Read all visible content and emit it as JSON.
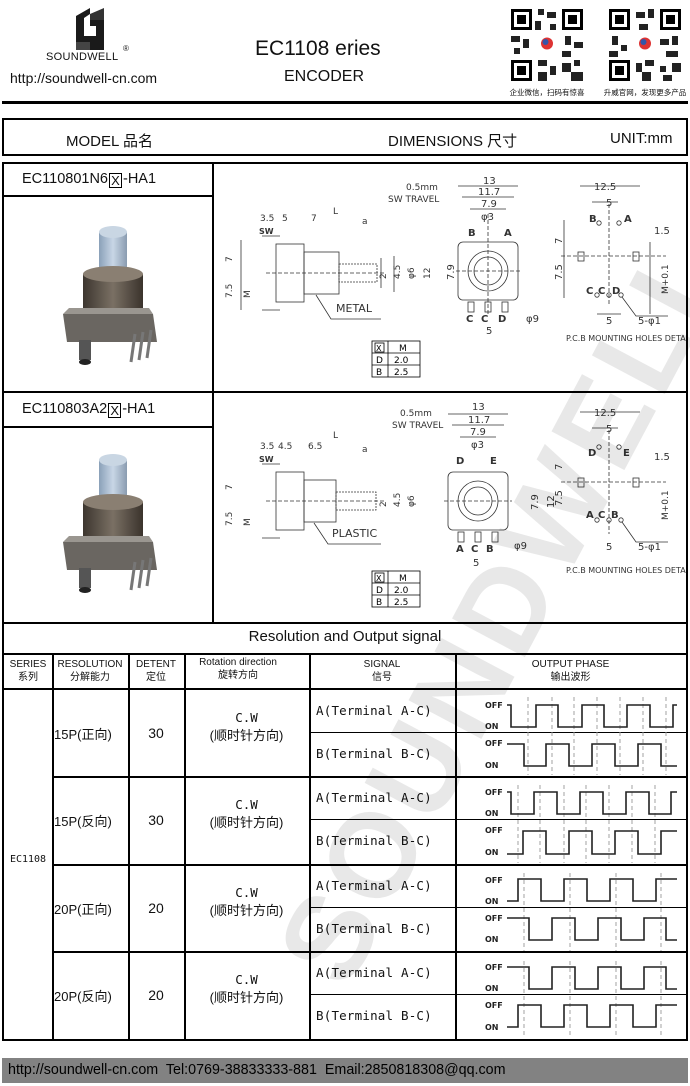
{
  "header": {
    "brand": "SOUNDWELL",
    "registered_mark": "®",
    "website": "http://soundwell-cn.com",
    "title": "EC1108  eries",
    "subtitle": "ENCODER",
    "qr_codes": [
      {
        "icon": "qr-code-icon",
        "caption": "企业微信，扫码有惊喜"
      },
      {
        "icon": "qr-code-icon",
        "caption": "升威官网，发现更多产品"
      }
    ]
  },
  "spec_header": {
    "model_label": "MODEL 品名",
    "dimensions_label": "DIMENSIONS 尺寸",
    "unit_label": "UNIT:mm"
  },
  "models": [
    {
      "name_prefix": "EC110801N6",
      "name_box": "X",
      "name_suffix": "-HA1",
      "photo_icon": "rotary-encoder-photo",
      "side_view": {
        "travel_label": "0.5mm",
        "travel_caption": "SW TRAVEL",
        "dims_top": [
          "3.5",
          "5",
          "7",
          "L",
          "a"
        ],
        "dims_left": [
          "7",
          "7.5",
          "M"
        ],
        "dims_right": [
          "2",
          "4.5",
          "φ6",
          "12"
        ],
        "sw_label": "SW",
        "material_label": "METAL"
      },
      "front_view": {
        "dims_top": [
          "13",
          "11.7",
          "7.9",
          "φ3"
        ],
        "dims_side": [
          "7.9",
          "12"
        ],
        "pins_top": [
          "B",
          "A"
        ],
        "pins_bottom": [
          "C",
          "C",
          "D"
        ],
        "dim_bottom": "5",
        "diameter": "φ9"
      },
      "pcb": {
        "dims": [
          "12.5",
          "5",
          "1.5",
          "7",
          "7.5",
          "M+0.1",
          "5",
          "5-φ1"
        ],
        "pins_top": [
          "B",
          "A"
        ],
        "pins_bottom": [
          "C",
          "C",
          "D"
        ],
        "caption": "P.C.B MOUNTING HOLES DETAIL"
      },
      "option_table": {
        "headers": [
          "X",
          "M"
        ],
        "rows": [
          [
            "D",
            "2.0"
          ],
          [
            "B",
            "2.5"
          ]
        ]
      }
    },
    {
      "name_prefix": "EC110803A2",
      "name_box": "X",
      "name_suffix": "-HA1",
      "photo_icon": "rotary-encoder-photo",
      "side_view": {
        "travel_label": "0.5mm",
        "travel_caption": "SW TRAVEL",
        "dims_top": [
          "3.5",
          "4.5",
          "6.5",
          "L",
          "a"
        ],
        "dims_left": [
          "7",
          "7.5",
          "M"
        ],
        "dims_right": [
          "2",
          "4.5",
          "φ6"
        ],
        "sw_label": "SW",
        "material_label": "PLASTIC"
      },
      "front_view": {
        "dims_top": [
          "13",
          "11.7",
          "7.9",
          "φ3"
        ],
        "dims_side": [
          "7.9",
          "12"
        ],
        "pins_top": [
          "D",
          "E"
        ],
        "pins_bottom": [
          "A",
          "C",
          "B"
        ],
        "dim_bottom": "5",
        "diameter": "φ9"
      },
      "pcb": {
        "dims": [
          "12.5",
          "5",
          "1.5",
          "7",
          "7.5",
          "M+0.1",
          "5",
          "5-φ1"
        ],
        "pins_top": [
          "D",
          "E"
        ],
        "pins_bottom": [
          "A",
          "C",
          "B"
        ],
        "caption": "P.C.B MOUNTING HOLES DETAIL"
      },
      "option_table": {
        "headers": [
          "X",
          "M"
        ],
        "rows": [
          [
            "D",
            "2.0"
          ],
          [
            "B",
            "2.5"
          ]
        ]
      }
    }
  ],
  "resolution_table": {
    "title": "Resolution and Output signal",
    "columns": [
      {
        "en": "SERIES",
        "zh": "系列"
      },
      {
        "en": "RESOLUTION",
        "zh": "分解能力"
      },
      {
        "en": "DETENT",
        "zh": "定位"
      },
      {
        "en": "Rotation direction",
        "zh": "旋转方向"
      },
      {
        "en": "SIGNAL",
        "zh": "信号"
      },
      {
        "en": "OUTPUT PHASE",
        "zh": "输出波形"
      }
    ],
    "series": "EC1108",
    "rows": [
      {
        "resolution": "15P(正向)",
        "detent": "30",
        "rotation": "C.W",
        "rotation_zh": "(顺时针方向)",
        "signals": [
          "A(Terminal A-C)",
          "B(Terminal B-C)"
        ]
      },
      {
        "resolution": "15P(反向)",
        "detent": "30",
        "rotation": "C.W",
        "rotation_zh": "(顺时针方向)",
        "signals": [
          "A(Terminal A-C)",
          "B(Terminal B-C)"
        ]
      },
      {
        "resolution": "20P(正向)",
        "detent": "20",
        "rotation": "C.W",
        "rotation_zh": "(顺时针方向)",
        "signals": [
          "A(Terminal A-C)",
          "B(Terminal B-C)"
        ]
      },
      {
        "resolution": "20P(反向)",
        "detent": "20",
        "rotation": "C.W",
        "rotation_zh": "(顺时针方向)",
        "signals": [
          "A(Terminal A-C)",
          "B(Terminal B-C)"
        ]
      }
    ],
    "waveform_labels": {
      "off": "OFF",
      "on": "ON"
    }
  },
  "watermark": "SOUNDWELL",
  "footer": {
    "website": "http://soundwell-cn.com",
    "tel": "Tel:0769-38833333-881",
    "email": "Email:2850818308@qq.com"
  }
}
